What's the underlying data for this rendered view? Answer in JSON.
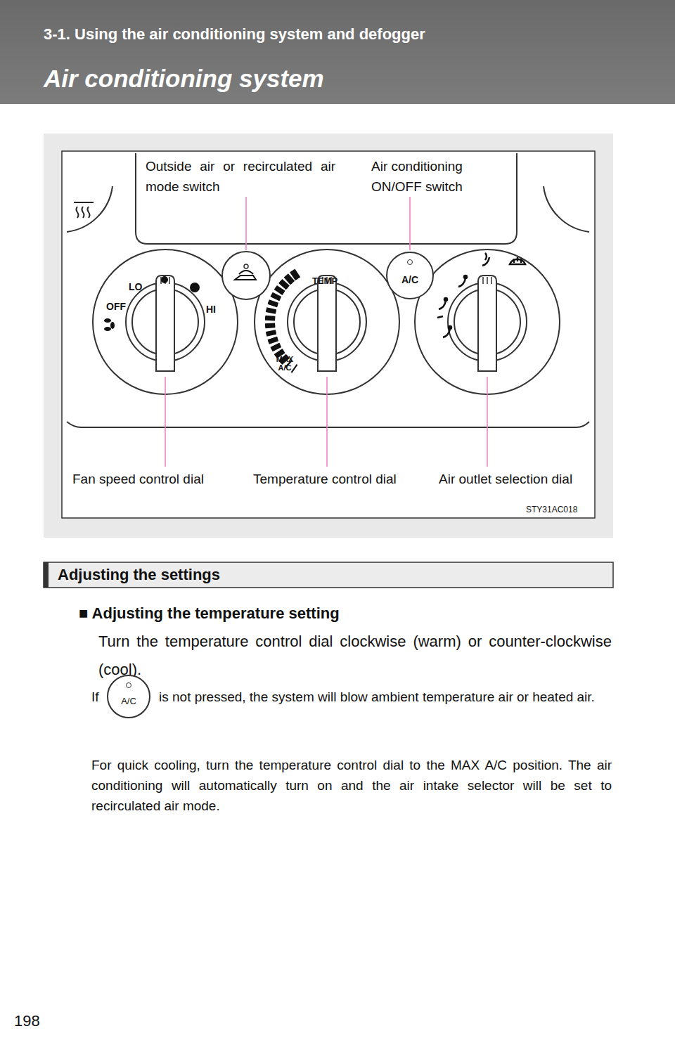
{
  "diagram": {
    "title": "Air conditioning system",
    "nodes": [
      {
        "text": [
          "Adjusting the settings"
        ]
      },
      {
        "text": [
          "A/C"
        ]
      },
      {
        "text": [
          "A/C"
        ]
      }
    ],
    "labels": [
      "3-1. Using the air conditioning system and defogger",
      "Outside air or recirculated air mode switch",
      "Air conditioning ON/OFF switch",
      "LO",
      "OFF",
      "HI",
      "TEMP",
      "MAX A/C",
      "Fan speed control dial",
      "Temperature control dial",
      "Air outlet selection dial",
      "STY31AC018",
      "■ Adjusting the temperature setting",
      "Turn the temperature control dial clockwise (warm) or counter-clockwise (cool).",
      "If",
      "is not pressed, the system will blow ambient temperature air or heated air.",
      "For quick cooling, turn the temperature control dial to the MAX A/C position. The air conditioning will automatically turn on and the air intake selector will be set to recirculated air mode.",
      "198"
    ]
  }
}
